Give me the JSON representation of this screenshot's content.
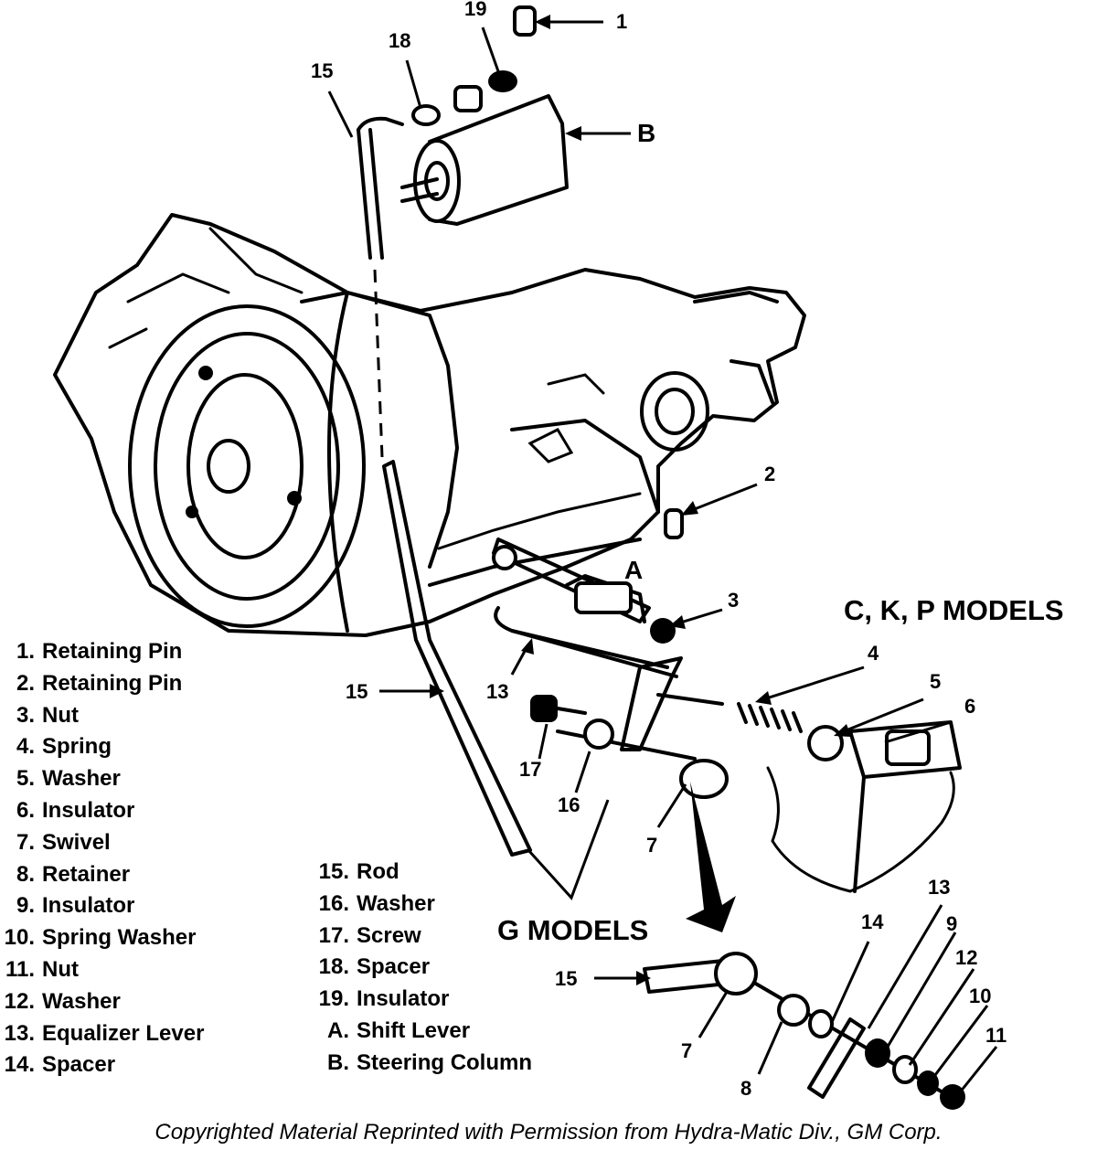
{
  "callouts": {
    "c1": "1",
    "c19": "19",
    "c18": "18",
    "c15a": "15",
    "cB": "B",
    "c2": "2",
    "cA": "A",
    "c3": "3",
    "c4": "4",
    "c5": "5",
    "c6": "6",
    "c15b": "15",
    "c13a": "13",
    "c17": "17",
    "c16": "16",
    "c7a": "7",
    "c13b": "13",
    "c14": "14",
    "c9": "9",
    "c12": "12",
    "c10": "10",
    "c11": "11",
    "c15c": "15",
    "c7b": "7",
    "c8": "8"
  },
  "models": {
    "ckp": "C, K, P MODELS",
    "g": "G MODELS"
  },
  "legend_left": [
    {
      "num": "1.",
      "label": "Retaining Pin"
    },
    {
      "num": "2.",
      "label": "Retaining Pin"
    },
    {
      "num": "3.",
      "label": "Nut"
    },
    {
      "num": "4.",
      "label": "Spring"
    },
    {
      "num": "5.",
      "label": "Washer"
    },
    {
      "num": "6.",
      "label": "Insulator"
    },
    {
      "num": "7.",
      "label": "Swivel"
    },
    {
      "num": "8.",
      "label": "Retainer"
    },
    {
      "num": "9.",
      "label": "Insulator"
    },
    {
      "num": "10.",
      "label": "Spring Washer"
    },
    {
      "num": "11.",
      "label": "Nut"
    },
    {
      "num": "12.",
      "label": "Washer"
    },
    {
      "num": "13.",
      "label": "Equalizer Lever"
    },
    {
      "num": "14.",
      "label": "Spacer"
    }
  ],
  "legend_right": [
    {
      "num": "15.",
      "label": "Rod"
    },
    {
      "num": "16.",
      "label": "Washer"
    },
    {
      "num": "17.",
      "label": "Screw"
    },
    {
      "num": "18.",
      "label": "Spacer"
    },
    {
      "num": "19.",
      "label": "Insulator"
    },
    {
      "num": "A.",
      "label": "Shift Lever"
    },
    {
      "num": "B.",
      "label": "Steering Column"
    }
  ],
  "copyright": "Copyrighted Material Reprinted with Permission from Hydra-Matic Div., GM Corp."
}
